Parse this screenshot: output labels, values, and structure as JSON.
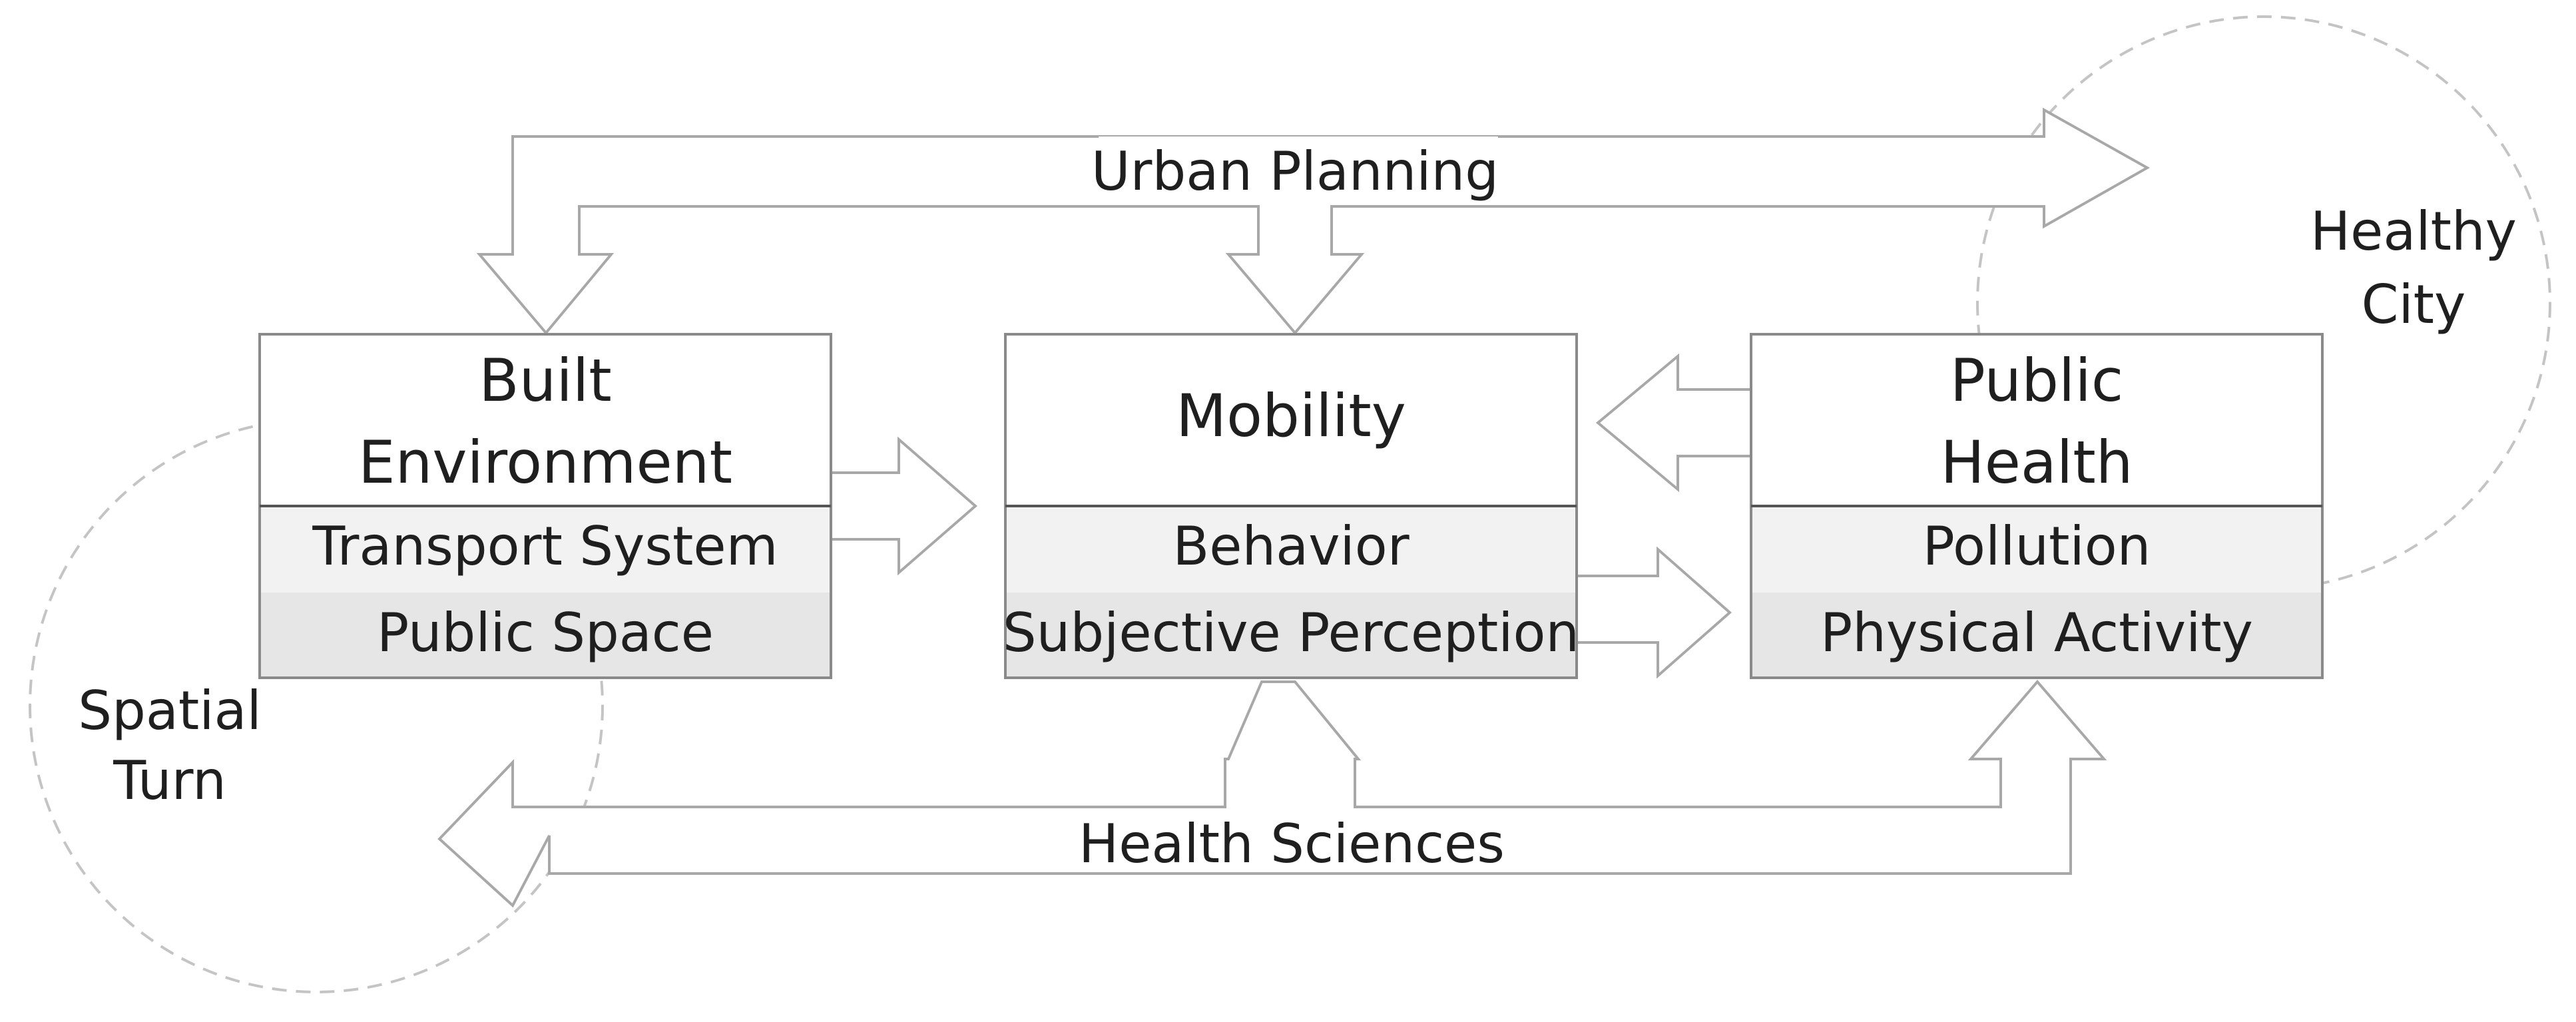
{
  "boxes": {
    "built_environment": {
      "title": [
        "Built",
        "Environment"
      ],
      "rows": [
        "Transport System",
        "Public Space"
      ]
    },
    "mobility": {
      "title": [
        "Mobility"
      ],
      "rows": [
        "Behavior",
        "Subjective Perception"
      ]
    },
    "public_health": {
      "title": [
        "Public",
        "Health"
      ],
      "rows": [
        "Pollution",
        "Physical Activity"
      ]
    }
  },
  "flows": {
    "top": "Urban Planning",
    "bottom": "Health Sciences"
  },
  "circles": {
    "healthy_city": [
      "Healthy",
      "City"
    ],
    "spatial_turn": [
      "Spatial",
      "Turn"
    ]
  },
  "colors": {
    "box_border": "#8a8a8a",
    "row_light": "#f2f2f2",
    "row_dark": "#e6e6e6",
    "arrow_stroke": "#a8a8a8",
    "circle_stroke": "#c4c4c4",
    "text": "#1f1f1f"
  }
}
